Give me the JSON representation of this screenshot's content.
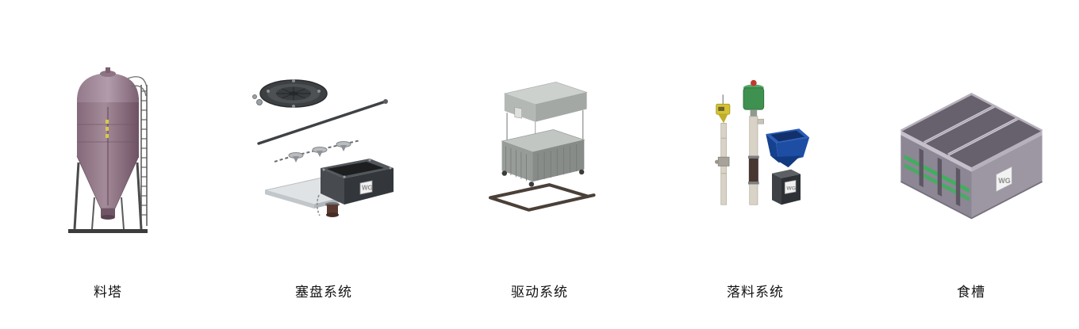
{
  "brand": {
    "logo": "WG"
  },
  "products": [
    {
      "label": "料塔"
    },
    {
      "label": "塞盘系统"
    },
    {
      "label": "驱动系统"
    },
    {
      "label": "落料系统"
    },
    {
      "label": "食槽"
    }
  ]
}
